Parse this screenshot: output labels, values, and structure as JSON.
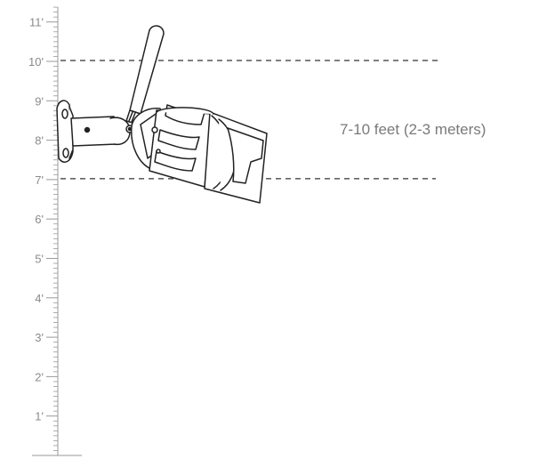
{
  "ruler": {
    "unit_labels": [
      "11'",
      "10'",
      "9'",
      "8'",
      "7'",
      "6'",
      "5'",
      "4'",
      "3'",
      "2'",
      "1'"
    ],
    "heights_ft": [
      11,
      10,
      9,
      8,
      7,
      6,
      5,
      4,
      3,
      2,
      1
    ]
  },
  "mount_range": {
    "label": "7-10 feet (2-3 meters)",
    "min_ft": 7,
    "max_ft": 10
  },
  "illustration": {
    "icon": "wireless-bullet-camera-icon"
  },
  "colors": {
    "ruler": "#9a9a9a",
    "dash": "#333333",
    "camera_stroke": "#222222",
    "label": "#7a7a7a"
  }
}
